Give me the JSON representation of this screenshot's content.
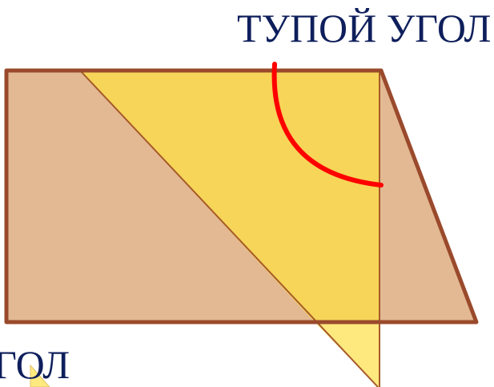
{
  "labels": {
    "obtuse_angle": "ТУПОЙ УГОЛ",
    "partial_angle": "ГОЛ"
  },
  "colors": {
    "trapezoid_fill": "#e3b993",
    "trapezoid_stroke": "#9a4a2c",
    "triangle_fill": "#f7d654",
    "triangle_overhang_fill": "#fde97e",
    "triangle_stroke": "#a65a2a",
    "angle_arc": "#ff0000",
    "caption_text": "#0f1f5c"
  },
  "shapes": {
    "trapezoid": "trapezoid",
    "set_square": "right-triangle",
    "angle_mark": "obtuse-angle-arc"
  }
}
